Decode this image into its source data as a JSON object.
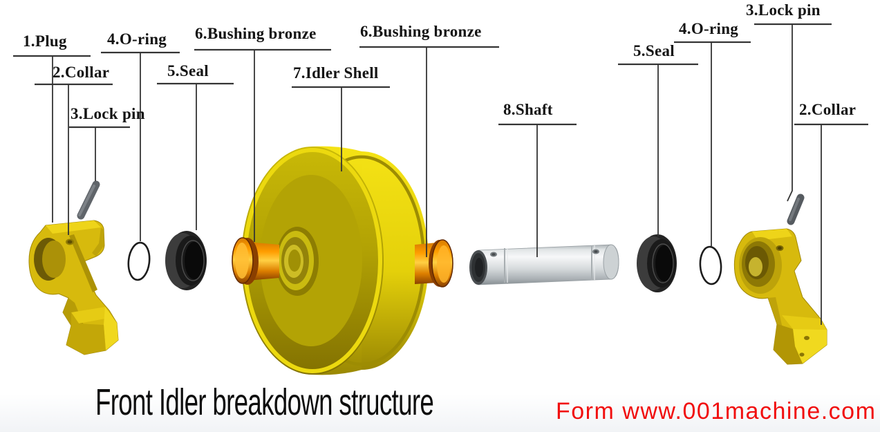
{
  "title": "Front Idler breakdown structure",
  "watermark": "Form www.001machine.com",
  "colors": {
    "label_text": "#141414",
    "watermark_red": "#f10e0e",
    "machine_yellow": "#e7d40d",
    "bronze_orange": "#ff9d00",
    "steel_gray": "#d6dadc",
    "seal_black": "#242424"
  },
  "callouts": [
    {
      "text": "1.Plug"
    },
    {
      "text": "2.Collar"
    },
    {
      "text": "3.Lock pin"
    },
    {
      "text": "4.O-ring"
    },
    {
      "text": "5.Seal"
    },
    {
      "text": "6.Bushing bronze"
    },
    {
      "text": "7.Idler Shell"
    },
    {
      "text": "6.Bushing bronze"
    },
    {
      "text": "8.Shaft"
    },
    {
      "text": "5.Seal"
    },
    {
      "text": "4.O-ring"
    },
    {
      "text": "3.Lock pin"
    },
    {
      "text": "2.Collar"
    }
  ]
}
